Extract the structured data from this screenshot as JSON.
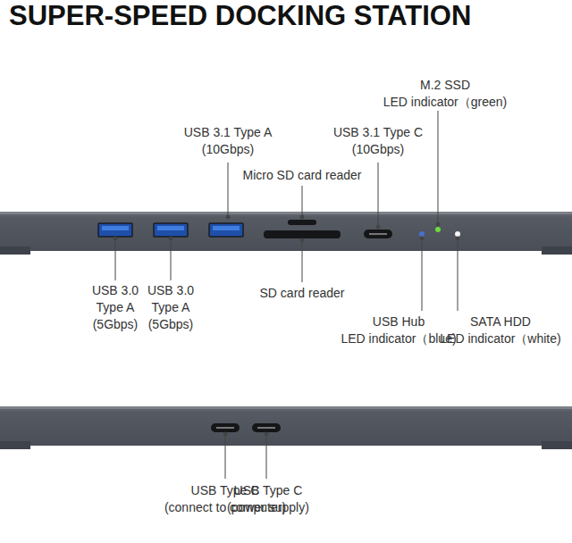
{
  "diagram": {
    "title": "SUPER-SPEED DOCKING STATION",
    "labels": [
      "USB 3.1 Type A (10Gbps)",
      "M.2 SSD LED indicator（green)",
      "USB 3.1 Type C (10Gbps)",
      "Micro SD card reader",
      "USB 3.0 Type A (5Gbps)",
      "USB 3.0 Type A (5Gbps)",
      "SD card reader",
      "USB Hub LED indicator（blue)",
      "SATA HDD LED indicator（white)",
      "USB Type C (connect to computer)",
      "USB Type C (power supply)"
    ]
  }
}
